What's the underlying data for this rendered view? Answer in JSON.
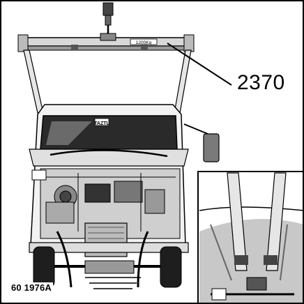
{
  "callout": {
    "number": "2370"
  },
  "beam": {
    "plate_text": "1200Kg"
  },
  "cab": {
    "logo_text": "TAZTL"
  },
  "figure": {
    "number": "60 1976A"
  },
  "colors": {
    "ink": "#000000",
    "paper": "#ffffff",
    "shade": "#bdbdbd",
    "dark_shade": "#555555"
  }
}
